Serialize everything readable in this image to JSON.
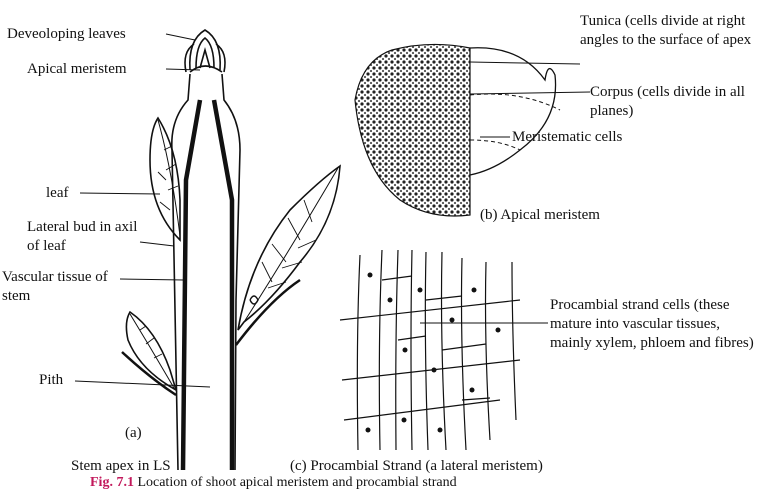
{
  "labels": {
    "developing_leaves": "Deveoloping leaves",
    "apical_meristem": "Apical meristem",
    "leaf": "leaf",
    "lateral_bud": "Lateral bud in axil of leaf",
    "vascular_tissue": "Vascular tissue of stem",
    "pith": "Pith",
    "part_a": "(a)",
    "stem_apex_ls": "Stem apex in LS",
    "tunica": "Tunica (cells divide at right angles to the surface of apex",
    "corpus": "Corpus (cells divide in all planes)",
    "meristematic_cells": "Meristematic cells",
    "part_b": "(b) Apical meristem",
    "procambial_cells": "Procambial strand cells (these mature into vascular tissues, mainly xylem, phloem and fibres)",
    "part_c": "(c) Procambial Strand (a lateral meristem)"
  },
  "caption": {
    "figure_number": "Fig. 7.1",
    "text": "Location of shoot apical meristem and procambial strand"
  },
  "colors": {
    "ink": "#111111",
    "caption_accent": "#c2185b"
  }
}
